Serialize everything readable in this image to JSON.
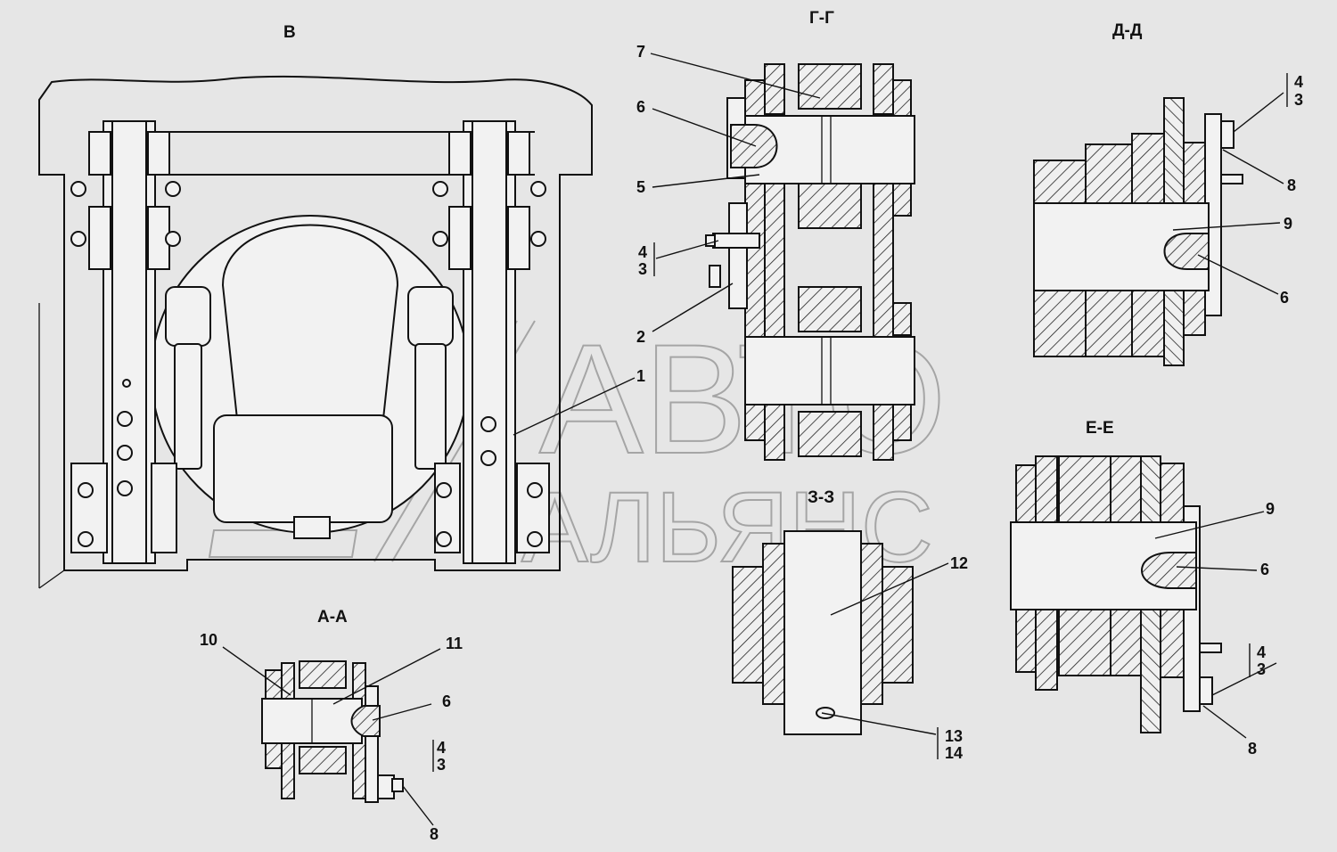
{
  "views": {
    "v": "В",
    "gg": "Г-Г",
    "dd": "Д-Д",
    "ee": "Е-Е",
    "zz": "З-З",
    "aa": "А-А"
  },
  "callouts": {
    "gg": [
      "7",
      "6",
      "5",
      "4",
      "3",
      "2",
      "1"
    ],
    "dd": [
      "4",
      "3",
      "8",
      "9",
      "6"
    ],
    "ee": [
      "9",
      "6",
      "4",
      "3",
      "8"
    ],
    "zz": [
      "12",
      "13",
      "14"
    ],
    "aa": [
      "10",
      "11",
      "6",
      "4",
      "3",
      "8"
    ]
  },
  "watermark": {
    "line1": "АВТО",
    "line2": "АЛЬЯНС"
  }
}
